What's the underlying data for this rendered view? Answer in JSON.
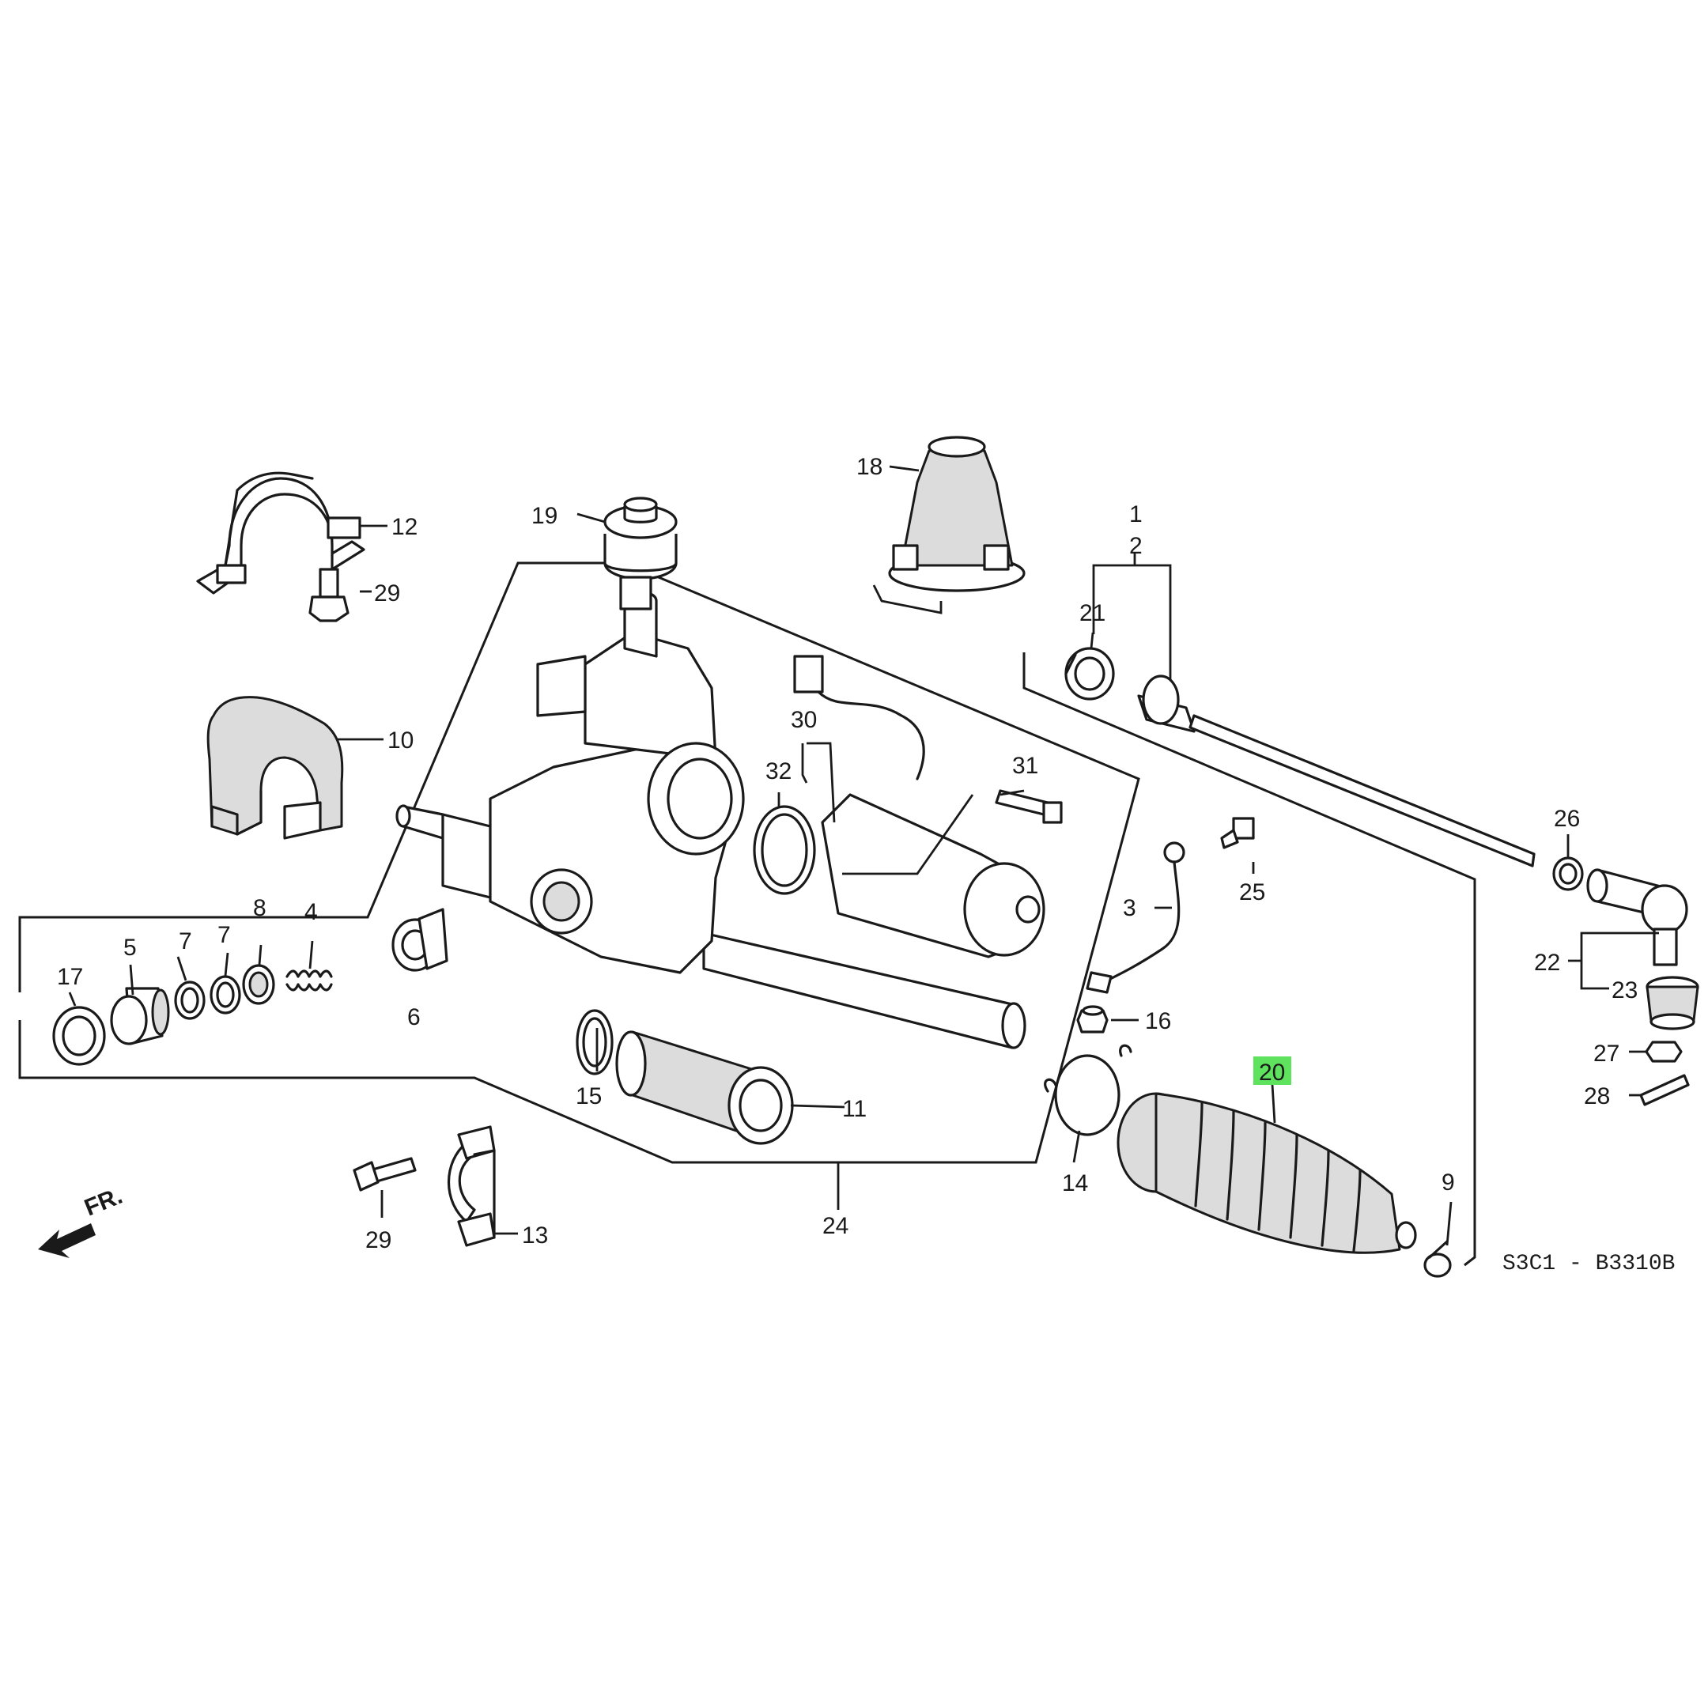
{
  "diagram": {
    "highlight_color": "#5fe35f",
    "highlighted_part": "20",
    "labels": {
      "1": "1",
      "2": "2",
      "3": "3",
      "4": "4",
      "5": "5",
      "6": "6",
      "7a": "7",
      "7b": "7",
      "8": "8",
      "9": "9",
      "10": "10",
      "11": "11",
      "12": "12",
      "13": "13",
      "14": "14",
      "15": "15",
      "16": "16",
      "17": "17",
      "18": "18",
      "19": "19",
      "20": "20",
      "21": "21",
      "22": "22",
      "23": "23",
      "24": "24",
      "25": "25",
      "26": "26",
      "27": "27",
      "28": "28",
      "29a": "29",
      "29b": "29",
      "30": "30",
      "31": "31",
      "32": "32"
    },
    "front_indicator": "FR.",
    "diagram_code": "S3C1 - B3310B"
  }
}
